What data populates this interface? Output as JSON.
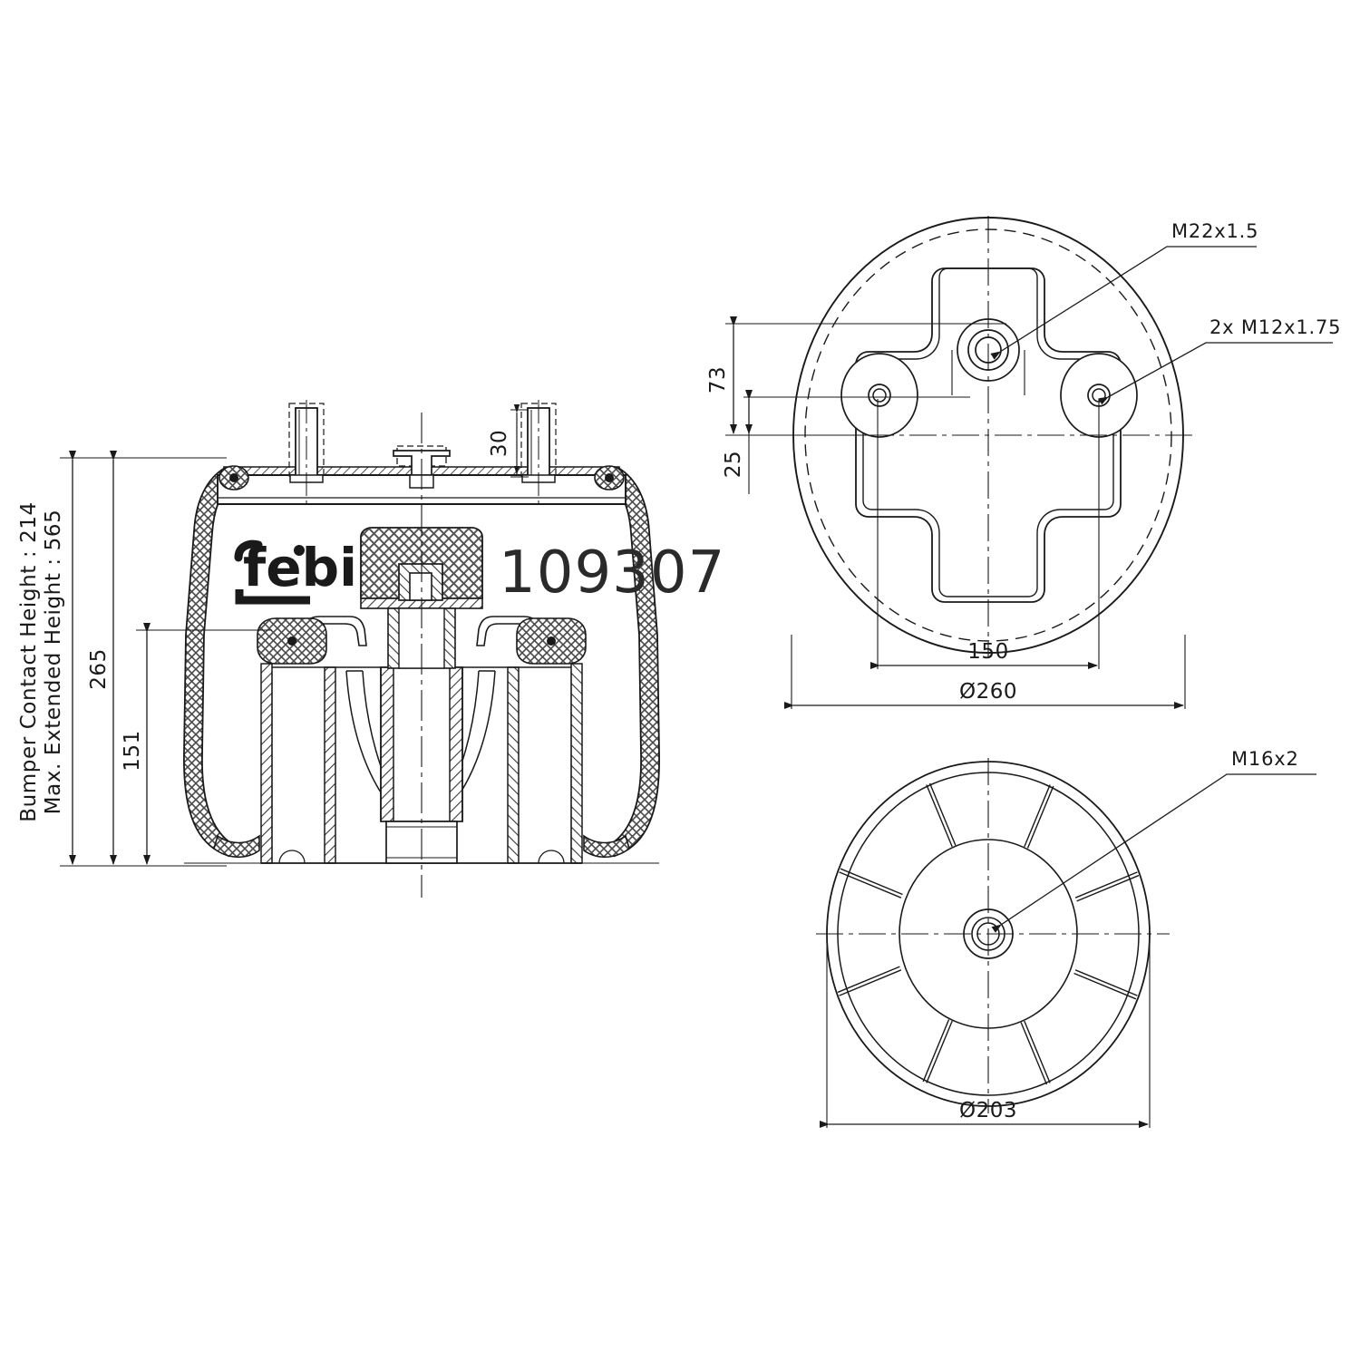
{
  "drawing": {
    "type": "technical-engineering-drawing",
    "subject": "air spring / air bellows assembly",
    "brand": "febi",
    "part_number": "109307"
  },
  "left_view": {
    "name": "cross-section-side-view",
    "annotations": {
      "bumper_contact_height": "Bumper Contact Height : 214",
      "max_extended_height": "Max. Extended Height : 565"
    },
    "dimensions": {
      "overall_height": "265",
      "piston_height": "151",
      "stud_length": "30"
    },
    "logo_text": "febi",
    "part_number": "109307"
  },
  "top_right_view": {
    "name": "top-plate-view",
    "callouts": {
      "center_port": "M22x1.5",
      "mounting_studs": "2x M12x1.75"
    },
    "dimensions": {
      "stud_offset_upper": "73",
      "stud_offset_lower": "25",
      "stud_spacing": "150",
      "outer_diameter": "Ø260"
    }
  },
  "bottom_right_view": {
    "name": "piston-bottom-view",
    "callouts": {
      "center_thread": "M16x2"
    },
    "dimensions": {
      "outer_diameter": "Ø203"
    },
    "spoke_count": 8
  },
  "colors": {
    "line": "#1a1a1a",
    "thin_line": "#333333",
    "hatch": "#555555",
    "background": "#ffffff"
  }
}
